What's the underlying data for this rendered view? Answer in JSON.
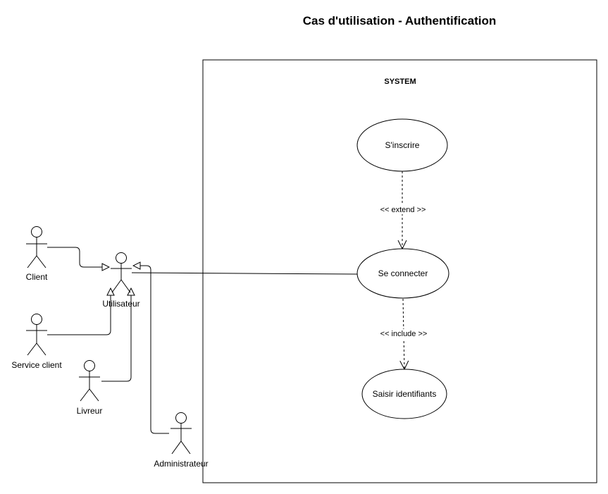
{
  "diagram": {
    "title": "Cas d'utilisation - Authentification",
    "system": {
      "label": "SYSTEM"
    },
    "use_cases": {
      "inscrire": "S'inscrire",
      "connecter": "Se connecter",
      "identifiants": "Saisir identifiants"
    },
    "actors": {
      "client": "Client",
      "utilisateur": "Utilisateur",
      "service_client": "Service client",
      "livreur": "Livreur",
      "administrateur": "Administrateur"
    },
    "relations": {
      "extend": "<< extend >>",
      "include": "<< include >>"
    }
  }
}
